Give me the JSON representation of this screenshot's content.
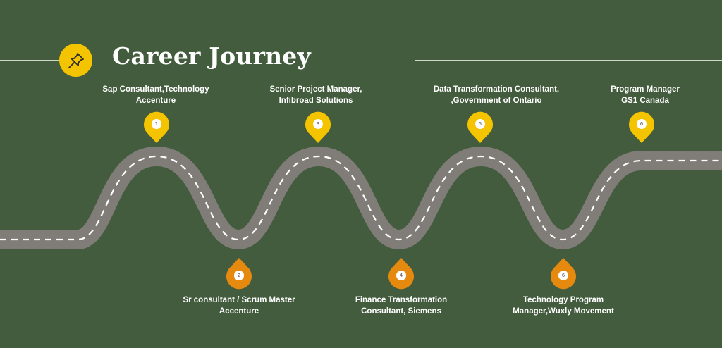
{
  "header": {
    "title": "Career Journey",
    "icon": "pushpin-icon",
    "accent": "#f5c400"
  },
  "colors": {
    "background": "#435c3e",
    "road": "#807c78",
    "road_dash": "#ffffff",
    "pin_top": "#f5c400",
    "pin_bottom": "#e58a0f"
  },
  "milestones": [
    {
      "number": "1",
      "line1": "Sap Consultant,Technology",
      "line2": "Accenture"
    },
    {
      "number": "2",
      "line1": "Sr consultant / Scrum Master",
      "line2": "Accenture"
    },
    {
      "number": "3",
      "line1": "Senior Project Manager,",
      "line2": "Infibroad Solutions"
    },
    {
      "number": "4",
      "line1": "Finance Transformation",
      "line2": "Consultant, Siemens"
    },
    {
      "number": "5",
      "line1": "Data Transformation Consultant,",
      "line2": ",Government of Ontario"
    },
    {
      "number": "6",
      "line1": "Technology Program",
      "line2": "Manager,Wuxly Movement"
    },
    {
      "number": "6",
      "line1": "Program Manager",
      "line2": "GS1 Canada"
    }
  ]
}
